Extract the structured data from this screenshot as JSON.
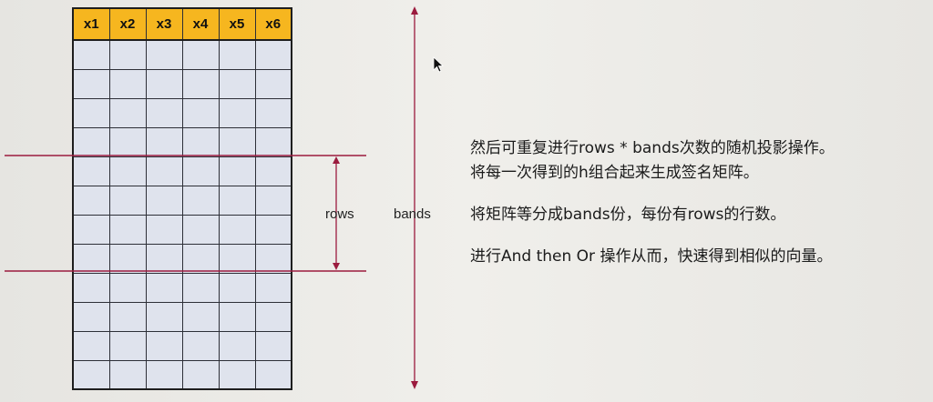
{
  "matrix": {
    "columns": [
      "x1",
      "x2",
      "x3",
      "x4",
      "x5",
      "x6"
    ],
    "row_count": 12,
    "band_start_row": 4,
    "band_row_count": 4
  },
  "labels": {
    "rows": "rows",
    "bands": "bands"
  },
  "description": [
    "然后可重复进行rows * bands次数的随机投影操作。",
    "将每一次得到的h组合起来生成签名矩阵。",
    "将矩阵等分成bands份，每份有rows的行数。",
    "进行And then Or 操作从而，快速得到相似的向量。"
  ],
  "colors": {
    "header": "#f6b61f",
    "cell": "#dfe3ed",
    "band_line": "#9b1b3e",
    "arrow": "#9b1b3e"
  }
}
